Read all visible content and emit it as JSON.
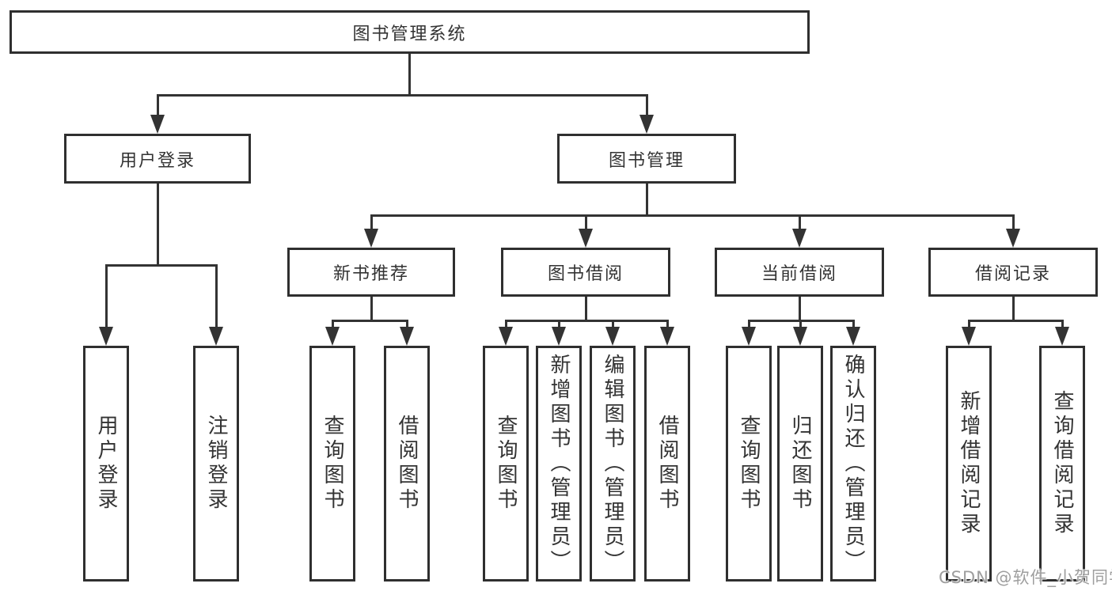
{
  "diagram": {
    "type": "tree",
    "title": "图书管理系统",
    "colors": {
      "background": "#ffffff",
      "box_border": "#2f2f2f",
      "box_fill": "#ffffff",
      "line": "#333333",
      "text": "#333333",
      "watermark": "#969696"
    },
    "nodes": {
      "root": {
        "label": "图书管理系统"
      },
      "user_login": {
        "label": "用户登录"
      },
      "book_mgmt": {
        "label": "图书管理"
      },
      "new_book_rec": {
        "label": "新书推荐"
      },
      "book_borrow": {
        "label": "图书借阅"
      },
      "current_borrow": {
        "label": "当前借阅"
      },
      "borrow_record": {
        "label": "借阅记录"
      },
      "leaf_user_login": {
        "label": "用户登录"
      },
      "leaf_logout_login": {
        "label": "注销登录"
      },
      "leaf_query_book_rec": {
        "label": "查询图书"
      },
      "leaf_borrow_book_rec": {
        "label": "借阅图书"
      },
      "leaf_query_book_borrow": {
        "label": "查询图书"
      },
      "leaf_add_book_admin": {
        "label": "新增图书（管理员）"
      },
      "leaf_edit_book_admin": {
        "label": "编辑图书（管理员）"
      },
      "leaf_borrow_book_borrow": {
        "label": "借阅图书"
      },
      "leaf_query_book_current": {
        "label": "查询图书"
      },
      "leaf_return_book": {
        "label": "归还图书"
      },
      "leaf_confirm_return_admin": {
        "label": "确认归还（管理员）"
      },
      "leaf_add_borrow_record": {
        "label": "新增借阅记录"
      },
      "leaf_query_borrow_record": {
        "label": "查询借阅记录"
      }
    },
    "hierarchy": {
      "图书管理系统": {
        "用户登录": [
          "用户登录",
          "注销登录"
        ],
        "图书管理": {
          "新书推荐": [
            "查询图书",
            "借阅图书"
          ],
          "图书借阅": [
            "查询图书",
            "新增图书（管理员）",
            "编辑图书（管理员）",
            "借阅图书"
          ],
          "当前借阅": [
            "查询图书",
            "归还图书",
            "确认归还（管理员）"
          ],
          "借阅记录": [
            "新增借阅记录",
            "查询借阅记录"
          ]
        }
      }
    },
    "watermark": {
      "text": "CSDN @软件_小贺同学"
    }
  }
}
